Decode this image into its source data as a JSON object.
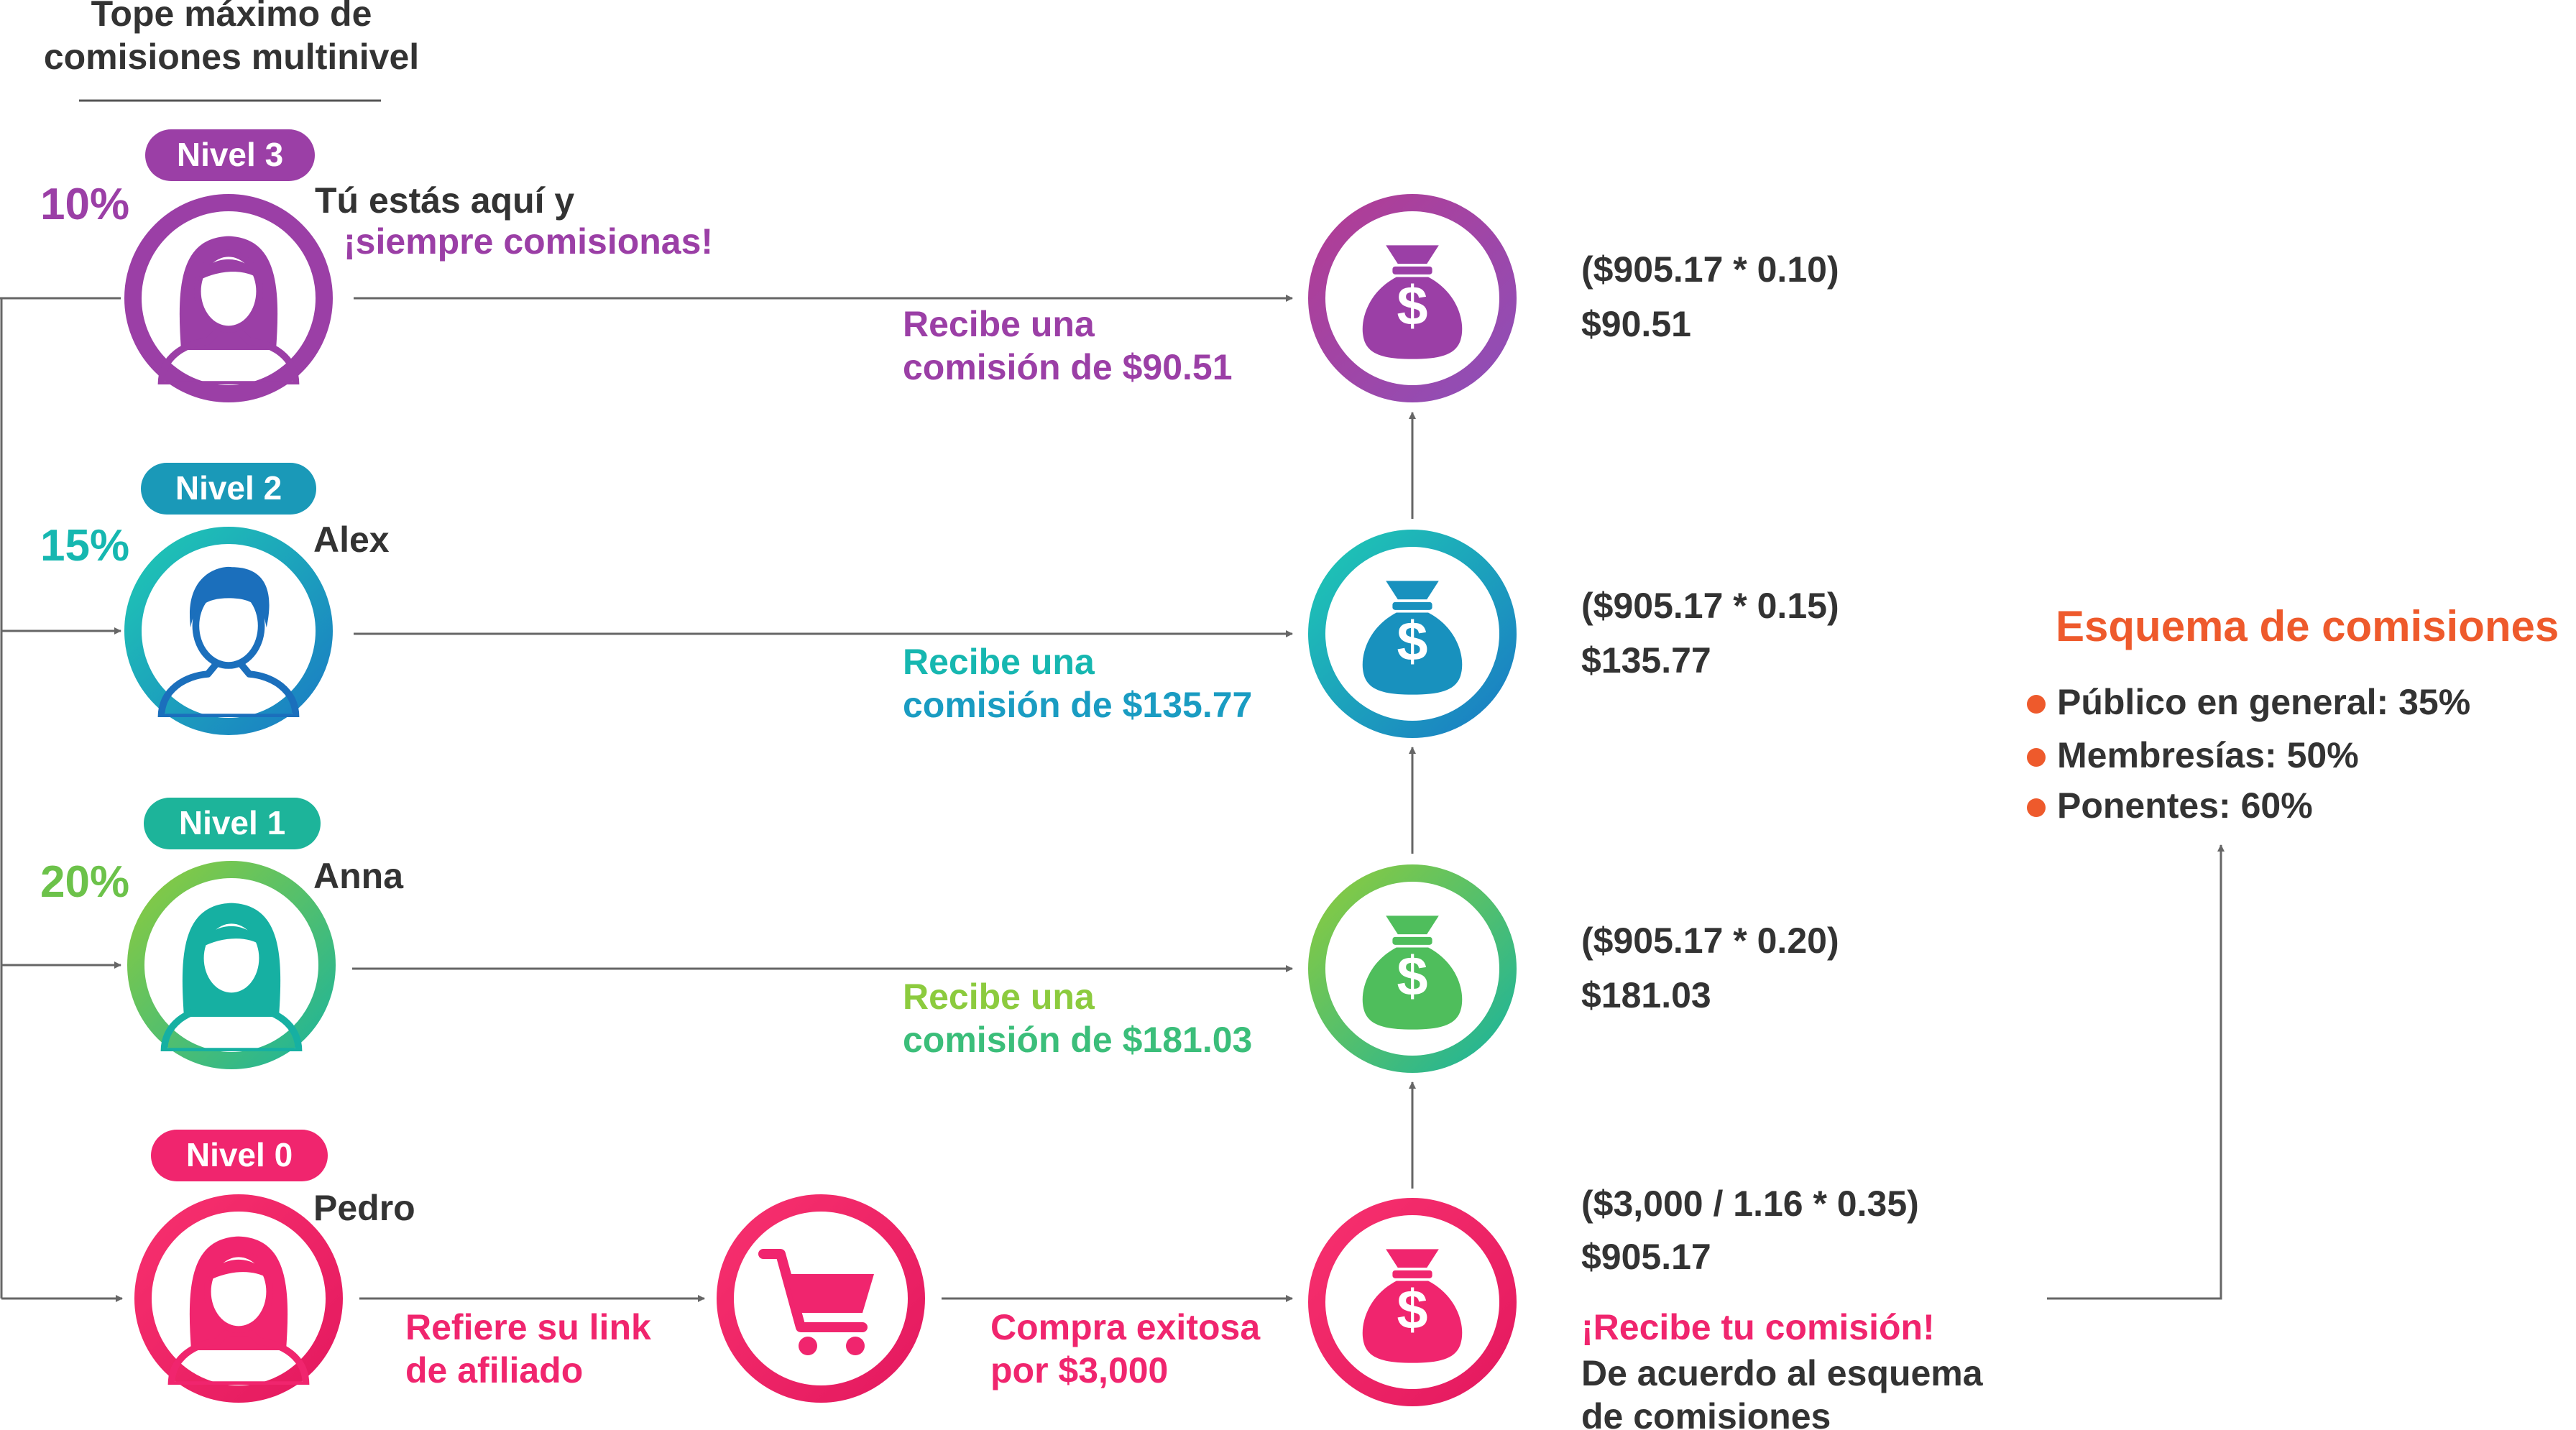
{
  "header": {
    "title_line1": "Tope máximo de",
    "title_line2": "comisiones multinivel"
  },
  "levels": {
    "l3": {
      "badge": "Nivel 3",
      "percent": "10%",
      "name_line1": "Tú estás aquí y",
      "name_line2": "¡siempre comisionas!",
      "commission_line1": "Recibe una",
      "commission_line2": "comisión de $90.51",
      "calc_formula": "($905.17 * 0.10)",
      "calc_result": "$90.51",
      "color": "#9B3FA6"
    },
    "l2": {
      "badge": "Nivel 2",
      "percent": "15%",
      "name": "Alex",
      "commission_line1": "Recibe una",
      "commission_line2": "comisión de $135.77",
      "calc_formula": "($905.17 * 0.15)",
      "calc_result": "$135.77",
      "color": "#16B7B0"
    },
    "l1": {
      "badge": "Nivel 1",
      "percent": "20%",
      "name": "Anna",
      "commission_line1": "Recibe una",
      "commission_line2": "comisión de $181.03",
      "calc_formula": "($905.17 * 0.20)",
      "calc_result": "$181.03",
      "color": "#6CC24A"
    },
    "l0": {
      "badge": "Nivel 0",
      "name": "Pedro",
      "refer_line1": "Refiere su link",
      "refer_line2": "de afiliado",
      "purchase_line1": "Compra exitosa",
      "purchase_line2": "por $3,000",
      "calc_formula": "($3,000 / 1.16 * 0.35)",
      "calc_result": "$905.17",
      "receive_title": "¡Recibe tu comisión!",
      "receive_line1": "De acuerdo al esquema",
      "receive_line2": "de comisiones",
      "color": "#F0256E"
    }
  },
  "scheme": {
    "title": "Esquema de comisiones",
    "items": [
      "Público en general: 35%",
      "Membresías: 50%",
      "Ponentes: 60%"
    ],
    "color": "#EE5A2C"
  },
  "icons": {
    "person": "person-icon",
    "money_bag": "money-bag-icon",
    "cart": "shopping-cart-icon"
  }
}
